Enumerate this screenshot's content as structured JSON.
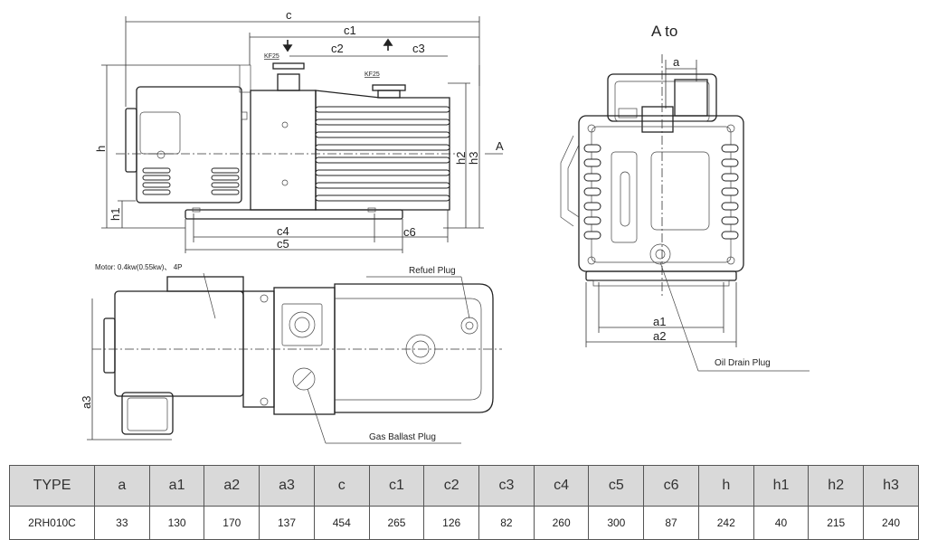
{
  "drawing": {
    "dims": {
      "c": "c",
      "c1": "c1",
      "c2": "c2",
      "c3": "c3",
      "c4": "c4",
      "c5": "c5",
      "c6": "c6",
      "h": "h",
      "h1": "h1",
      "h2": "h2",
      "h3": "h3",
      "a": "a",
      "a1": "a1",
      "a2": "a2",
      "a3": "a3"
    },
    "port_in": "KF25",
    "port_out": "KF25",
    "section_marker": "A",
    "view_title": "A to",
    "motor_label": "Motor: 0.4kw(0.55kw)、 4P",
    "refuel_plug": "Refuel Plug",
    "gas_ballast_plug": "Gas Ballast Plug",
    "oil_drain_plug": "Oil Drain Plug"
  },
  "table": {
    "headers": [
      "TYPE",
      "a",
      "a1",
      "a2",
      "a3",
      "c",
      "c1",
      "c2",
      "c3",
      "c4",
      "c5",
      "c6",
      "h",
      "h1",
      "h2",
      "h3"
    ],
    "rows": [
      [
        "2RH010C",
        "33",
        "130",
        "170",
        "137",
        "454",
        "265",
        "126",
        "82",
        "260",
        "300",
        "87",
        "242",
        "40",
        "215",
        "240"
      ]
    ]
  }
}
